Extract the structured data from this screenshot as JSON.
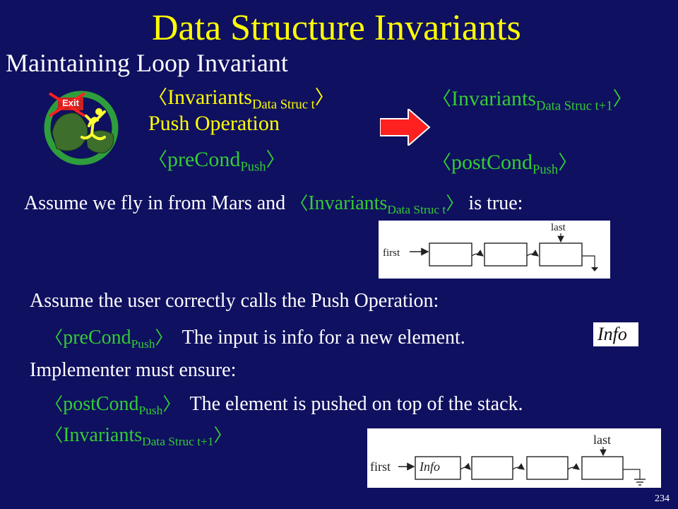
{
  "title": "Data Structure Invariants",
  "subtitle": "Maintaining Loop Invariant",
  "exit_sign": "Exit",
  "brackets": {
    "open": "〈",
    "close": "〉"
  },
  "left_block": {
    "inv_main": "Invariants",
    "inv_sub": "Data Struc t",
    "operation": "Push Operation",
    "pre_main": "preCond",
    "pre_sub": "Push"
  },
  "right_block": {
    "inv_main": "Invariants",
    "inv_sub": "Data Struc t+1",
    "post_main": "postCond",
    "post_sub": "Push"
  },
  "assume_line": {
    "before": "Assume we fly in from Mars and",
    "inv_main": "Invariants",
    "inv_sub": "Data Struc t",
    "after": "is true:"
  },
  "diagram1": {
    "first": "first",
    "last": "last"
  },
  "user_line": "Assume the user correctly calls the Push Operation:",
  "pre_line": {
    "pre_main": "preCond",
    "pre_sub": "Push",
    "text": "The input is info for a new element.",
    "info_box": "Info"
  },
  "implementer_line": "Implementer must ensure:",
  "post_line": {
    "post_main": "postCond",
    "post_sub": "Push",
    "text": "The element is pushed on top of the stack."
  },
  "inv_line": {
    "inv_main": "Invariants",
    "inv_sub": "Data Struc t+1"
  },
  "diagram2": {
    "first": "first",
    "info": "Info",
    "last": "last"
  },
  "slide_number": "234",
  "colors": {
    "background": "#0f1060",
    "title": "#ffff00",
    "green": "#33cc33",
    "arrow": "#ff2020"
  }
}
